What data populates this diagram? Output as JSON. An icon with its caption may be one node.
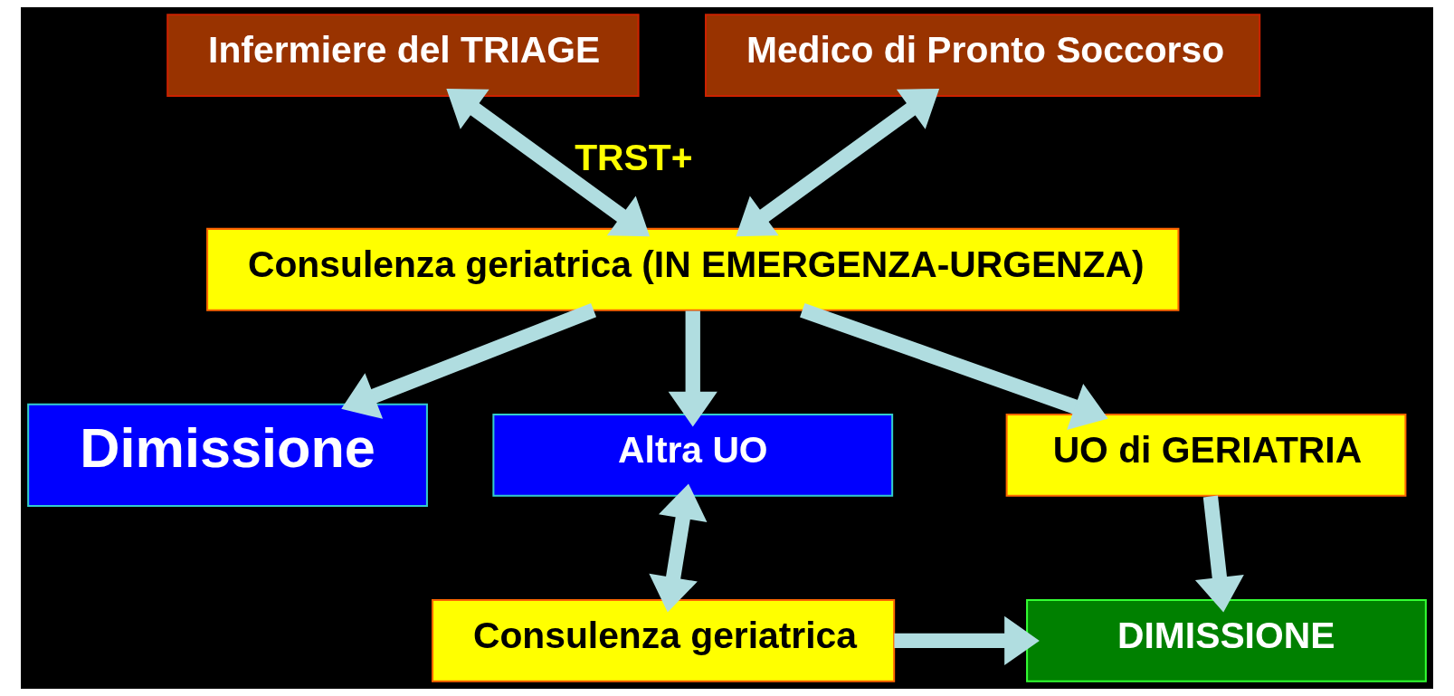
{
  "diagram": {
    "nodes": [
      {
        "text": [
          "Infermiere del TRIAGE"
        ]
      },
      {
        "text": [
          "Medico di Pronto Soccorso"
        ]
      },
      {
        "text": [
          "Consulenza geriatrica (IN EMERGENZA-URGENZA)"
        ]
      },
      {
        "text": [
          "Dimissione"
        ]
      },
      {
        "text": [
          "UO di GERIATRIA"
        ]
      },
      {
        "text": [
          "Altra UO"
        ]
      },
      {
        "text": [
          "DIMISSIONE"
        ]
      },
      {
        "text": [
          "Consulenza geriatrica"
        ]
      }
    ],
    "edges": [
      {
        "from": 0,
        "to": 2,
        "arrow": "both",
        "label": "TRST+"
      },
      {
        "from": 1,
        "to": 2,
        "arrow": "both"
      },
      {
        "from": 2,
        "to": 3,
        "arrow": "to"
      },
      {
        "from": 2,
        "to": 4,
        "arrow": "to"
      },
      {
        "from": 2,
        "to": 5,
        "arrow": "to"
      },
      {
        "from": 4,
        "to": 6,
        "arrow": "to"
      },
      {
        "from": 5,
        "to": 7,
        "arrow": "both"
      },
      {
        "from": 7,
        "to": 6,
        "arrow": "to"
      }
    ]
  }
}
